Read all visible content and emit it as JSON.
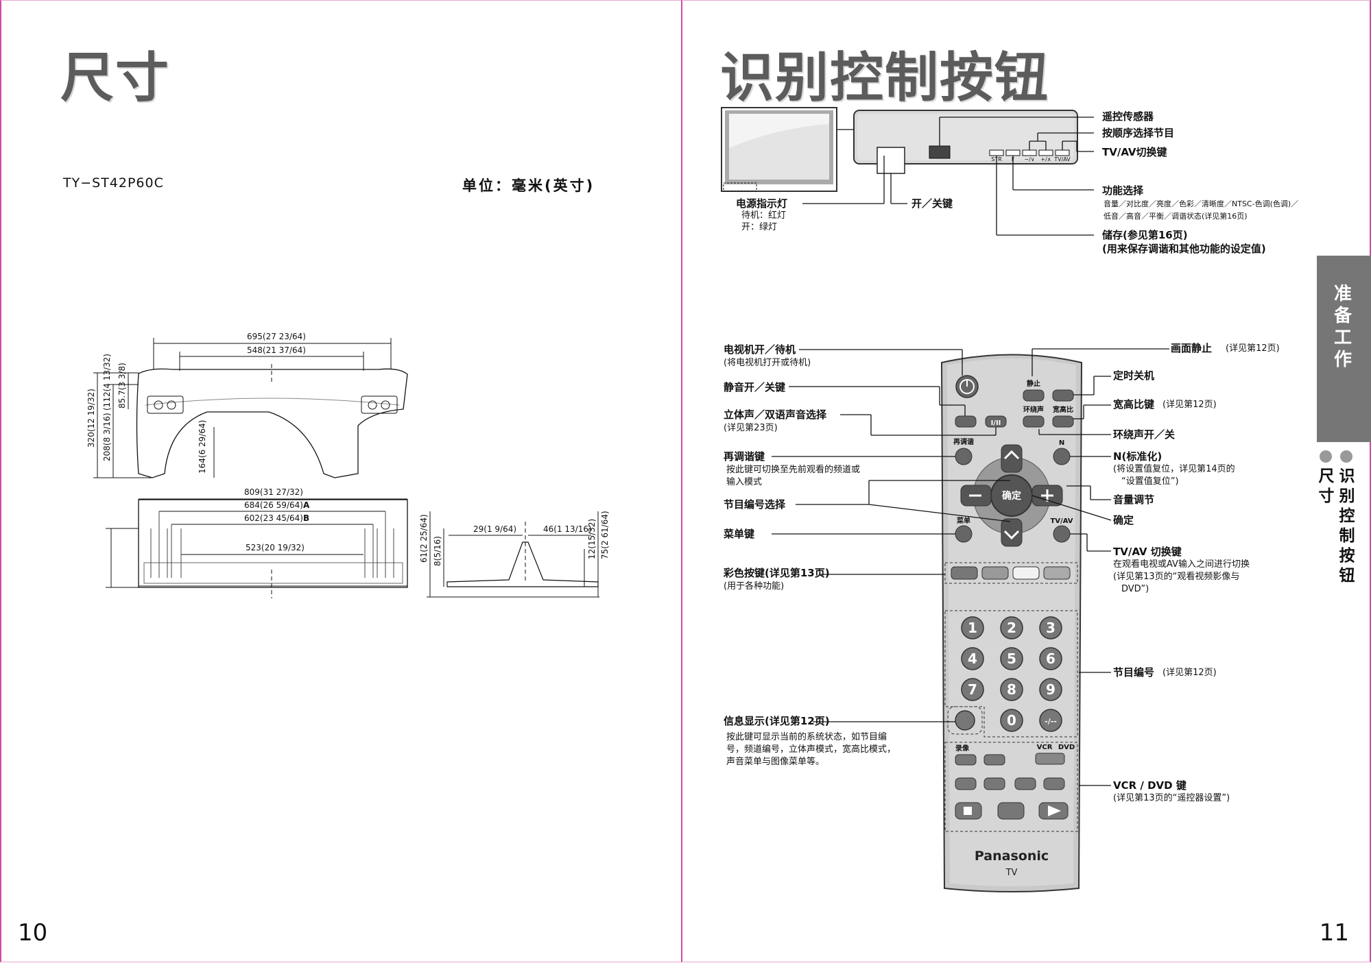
{
  "left": {
    "title": "尺寸",
    "model": "TY−ST42P60C",
    "unit": "单位：毫米(英寸)",
    "page_number": "10",
    "dims": {
      "w695": "695(27 23/64)",
      "w548": "548(21 37/64)",
      "h320": "320(12 19/32)",
      "h208": "208(8 3/16)",
      "h112": "(112(4 13/32)",
      "h85": "85.7(3 3/8)",
      "h164": "164(6 29/64)",
      "w809": "809(31 27/32)",
      "w684": "684(26 59/64)",
      "a": "A",
      "w602": "602(23 45/64)",
      "b": "B",
      "w523": "523(20 19/32)",
      "h61": "61(2 25/64)",
      "h8": "8(5/16)",
      "w29": "29(1 9/64)",
      "w46": "46(1 13/16)",
      "h12": "12(15/32)",
      "h75": "75(2 61/64)"
    }
  },
  "right": {
    "title": "识别控制按钮",
    "page_number": "11",
    "side_tab": "准备工作",
    "side_nav": [
      "尺寸",
      "识别控制按钮"
    ],
    "tv_labels": {
      "sensor": "遥控传感器",
      "sequence": "按顺序选择节目",
      "tvav": "TV/AV切换键",
      "function": "功能选择",
      "function_sub1": "音量／对比度／亮度／色彩／清晰度／NTSC-色调(色调)／",
      "function_sub2": "低音／高音／平衡／调谐状态(详见第16页)",
      "store": "储存(参见第16页)",
      "store_sub": "(用来保存调谐和其他功能的设定值)",
      "power_led": "电源指示灯",
      "power_led_sub1": "待机：红灯",
      "power_led_sub2": "开：绿灯",
      "power_key": "开／关键",
      "panel_buttons": [
        "STR",
        "F",
        "−/∨",
        "+/∧",
        "TV/AV"
      ]
    },
    "remote_labels_left": {
      "tv_power": "电视机开／待机",
      "tv_power_sub": "(将电视机打开或待机)",
      "mute": "静音开／关键",
      "stereo": "立体声／双语声音选择",
      "stereo_sub": "(详见第23页)",
      "retune": "再调谐键",
      "retune_sub1": "按此键可切换至先前观看的频道或",
      "retune_sub2": "输入模式",
      "program_select": "节目编号选择",
      "menu": "菜单键",
      "color": "彩色按键(详见第13页)",
      "color_sub": "(用于各种功能)",
      "info": "信息显示(详见第12页)",
      "info_sub1": "按此键可显示当前的系统状态，如节目编",
      "info_sub2": "号，频道编号，立体声模式，宽高比模式，",
      "info_sub3": "声音菜单与图像菜单等。"
    },
    "remote_labels_right": {
      "freeze": "画面静止",
      "freeze_sub": "(详见第12页)",
      "off_timer": "定时关机",
      "aspect": "宽高比键",
      "aspect_sub": "(详见第12页)",
      "surround": "环绕声开／关",
      "normalize": "N(标准化)",
      "normalize_sub1": "(将设置值复位，详见第14页的",
      "normalize_sub2": "“设置值复位”)",
      "volume": "音量调节",
      "ok": "确定",
      "tvav": "TV/AV 切换键",
      "tvav_sub1": "在观看电视或AV输入之间进行切换",
      "tvav_sub2": "(详见第13页的“观看视频影像与",
      "tvav_sub3": "DVD”)",
      "program_number": "节目编号",
      "program_number_sub": "(详见第12页)",
      "vcr_dvd": "VCR / DVD 键",
      "vcr_dvd_sub": "(详见第13页的“遥控器设置”)"
    },
    "remote": {
      "freeze_btn": "静止",
      "surround_btn": "环绕声",
      "aspect_btn": "宽高比",
      "retune_btn": "再调谐",
      "n_btn": "N",
      "menu_btn": "菜单",
      "tvav_btn": "TV/AV",
      "ok_btn": "确定",
      "stereo_btn": "I/II",
      "digits": [
        "1",
        "2",
        "3",
        "4",
        "5",
        "6",
        "7",
        "8",
        "9",
        "0"
      ],
      "dash_btn": "-/--",
      "record_label": "录像",
      "vcr": "VCR",
      "dvd": "DVD",
      "brand": "Panasonic",
      "model": "TV"
    }
  }
}
